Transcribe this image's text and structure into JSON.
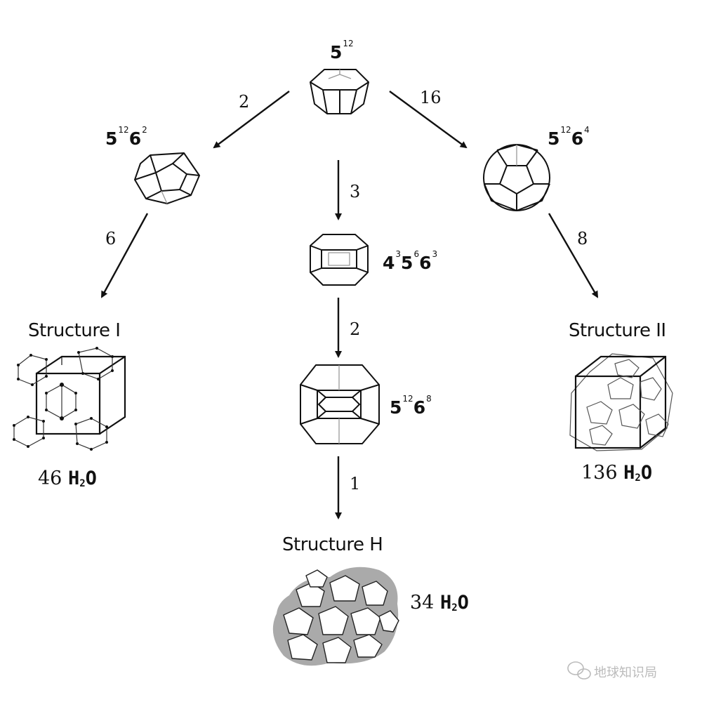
{
  "cages": {
    "c512": {
      "base": "5",
      "exp1": "12"
    },
    "c51262": {
      "base1": "5",
      "exp1": "12",
      "base2": "6",
      "exp2": "2"
    },
    "c51264": {
      "base1": "5",
      "exp1": "12",
      "base2": "6",
      "exp2": "4"
    },
    "c435663": {
      "b1": "4",
      "e1": "3",
      "b2": "5",
      "e2": "6",
      "b3": "6",
      "e3": "3"
    },
    "c51268": {
      "base1": "5",
      "exp1": "12",
      "base2": "6",
      "exp2": "8"
    }
  },
  "arrow_counts": {
    "to_51262": "2",
    "to_51264": "16",
    "to_435663": "3",
    "to_51268": "2",
    "to_structure_h": "1",
    "to_structure_i": "6",
    "to_structure_ii": "8"
  },
  "structures": {
    "s1": {
      "title": "Structure I",
      "waters": "46",
      "formula_main": "H",
      "formula_sub": "2",
      "formula_end": "O"
    },
    "s2": {
      "title": "Structure II",
      "waters": "136",
      "formula_main": "H",
      "formula_sub": "2",
      "formula_end": "O"
    },
    "sh": {
      "title": "Structure H",
      "waters": "34",
      "formula_main": "H",
      "formula_sub": "2",
      "formula_end": "O"
    }
  },
  "watermark": {
    "text": "地球知识局",
    "icon": "wechat-icon"
  }
}
